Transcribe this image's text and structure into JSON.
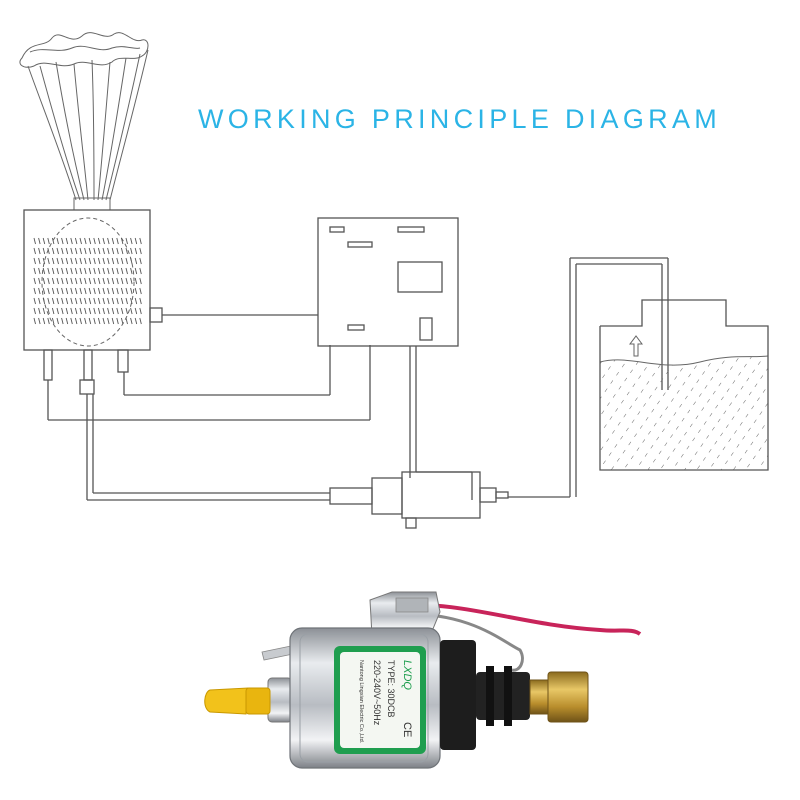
{
  "title": "WORKING PRINCIPLE DIAGRAM",
  "colors": {
    "title": "#2bb4e6",
    "line": "#555555",
    "label_green": "#1f9e4f",
    "wire_red": "#c8245a",
    "nozzle_yellow": "#f2c21b"
  },
  "pump": {
    "brand": "LXDQ",
    "type_line": "TYPE: 30DCB",
    "voltage_line": "220-240V~50Hz",
    "maker_line": "Nantong Lingxian Electric Co.,Ltd.",
    "ce_mark": "CE"
  }
}
